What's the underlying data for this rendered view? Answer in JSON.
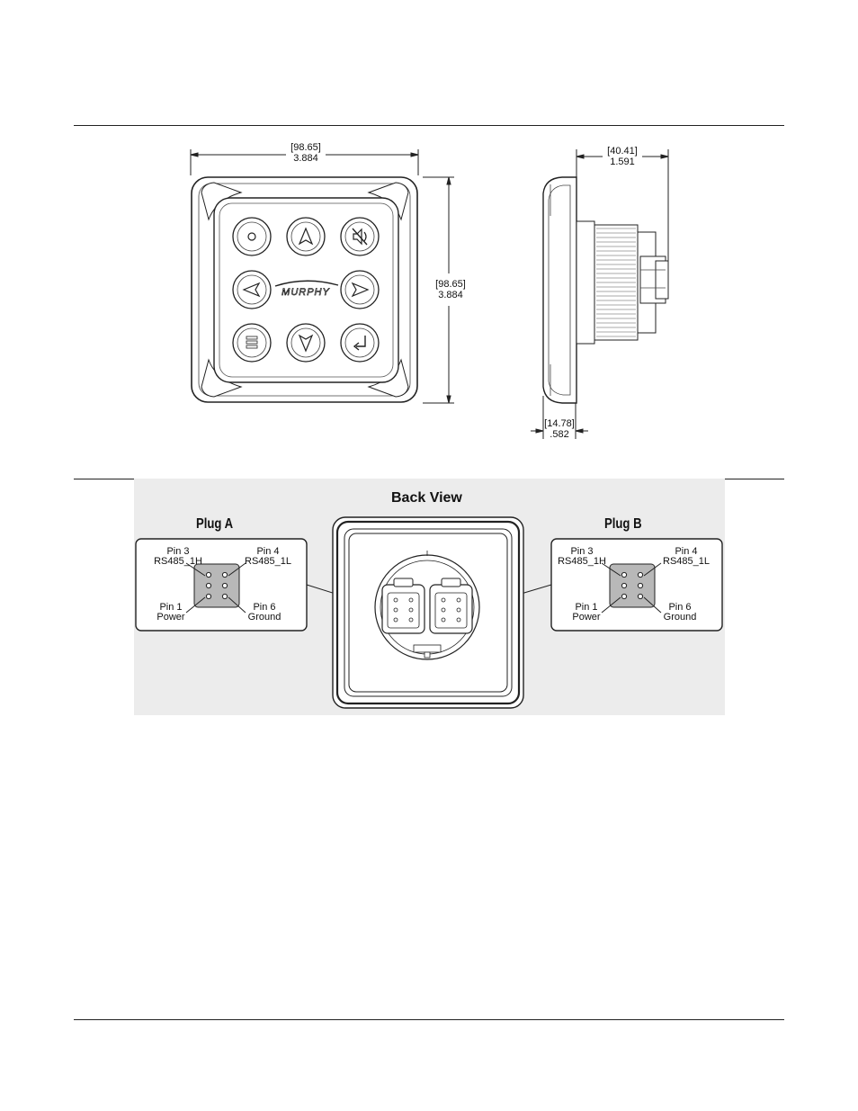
{
  "front_view": {
    "width_dims": {
      "mm": "[98.65]",
      "in": "3.884"
    },
    "height_dims": {
      "mm": "[98.65]",
      "in": "3.884"
    },
    "logo_text": "MURPHY",
    "buttons": [
      "circle-button-icon",
      "up-arrow-button-icon",
      "mute-button-icon",
      "left-arrow-button-icon",
      "right-arrow-button-icon",
      "menu-button-icon",
      "down-arrow-button-icon",
      "enter-button-icon"
    ]
  },
  "side_view": {
    "depth_dims": {
      "mm": "[40.41]",
      "in": "1.591"
    },
    "bezel_dims": {
      "mm": "[14.78]",
      "in": ".582"
    }
  },
  "back_view": {
    "title": "Back View",
    "plug_a": {
      "title": "Plug A",
      "pin3": {
        "name": "Pin 3",
        "signal": "RS485_1H"
      },
      "pin4": {
        "name": "Pin 4",
        "signal": "RS485_1L"
      },
      "pin1": {
        "name": "Pin 1",
        "signal": "Power"
      },
      "pin6": {
        "name": "Pin 6",
        "signal": "Ground"
      }
    },
    "plug_b": {
      "title": "Plug B",
      "pin3": {
        "name": "Pin 3",
        "signal": "RS485_1H"
      },
      "pin4": {
        "name": "Pin 4",
        "signal": "RS485_1L"
      },
      "pin1": {
        "name": "Pin 1",
        "signal": "Power"
      },
      "pin6": {
        "name": "Pin 6",
        "signal": "Ground"
      }
    }
  },
  "colors": {
    "panel_bg": "#ececec",
    "pin_block": "#b8b8b8",
    "line": "#222222"
  }
}
